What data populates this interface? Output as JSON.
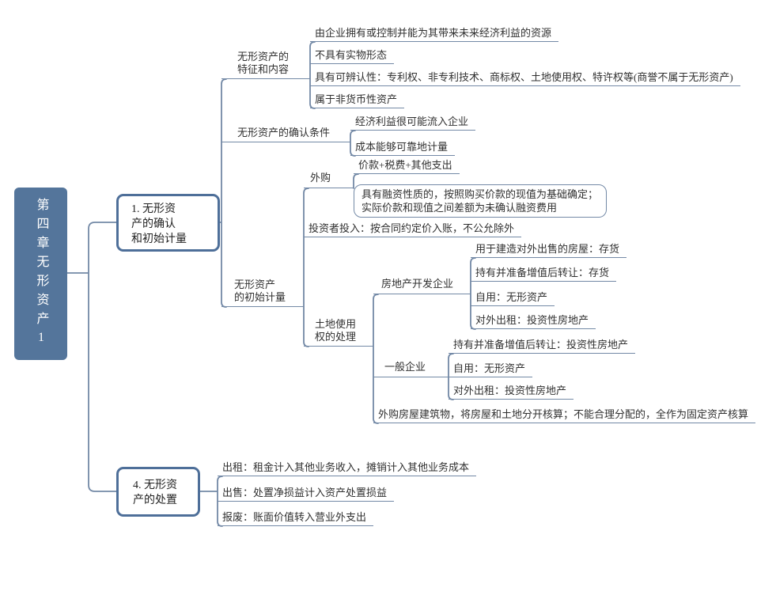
{
  "colors": {
    "root_fill": "#54759B",
    "node_border": "#4E6F99",
    "connector_line": "#7389A6",
    "text": "#303030"
  },
  "root": {
    "label": "第四章无形资产1"
  },
  "section1": {
    "label": "1. 无形资\n产的确认\n和初始计量",
    "features": {
      "label": "无形资产的\n特征和内容",
      "items": [
        "由企业拥有或控制并能为其带来未来经济利益的资源",
        "不具有实物形态",
        "具有可辨认性：专利权、非专利技术、商标权、土地使用权、特许权等(商誉不属于无形资产)",
        "属于非货币性资产"
      ]
    },
    "recognition": {
      "label": "无形资产的确认条件",
      "items": [
        "经济利益很可能流入企业",
        "成本能够可靠地计量"
      ]
    },
    "initial_measurement": {
      "label": "无形资产\n的初始计量",
      "outsourcing": {
        "label": "外购",
        "items": [
          "价款+税费+其他支出",
          "具有融资性质的，按照购买价款的现值为基础确定；\n实际价款和现值之间差额为未确认融资费用"
        ]
      },
      "investor": "投资者投入：按合同约定价入账，不公允除外",
      "land_use_right": {
        "label": "土地使用\n权的处理",
        "developer": {
          "label": "房地产开发企业",
          "items": [
            "用于建造对外出售的房屋：存货",
            "持有并准备增值后转让：存货",
            "自用：无形资产",
            "对外出租：投资性房地产"
          ]
        },
        "general": {
          "label": "一般企业",
          "items": [
            "持有并准备增值后转让：投资性房地产",
            "自用：无形资产",
            "对外出租：投资性房地产"
          ]
        },
        "purchased_building": "外购房屋建筑物，将房屋和土地分开核算；不能合理分配的，全作为固定资产核算"
      }
    }
  },
  "section4": {
    "label": "4. 无形资\n产的处置",
    "items": [
      "出租：租金计入其他业务收入，摊销计入其他业务成本",
      "出售：处置净损益计入资产处置损益",
      "报废：账面价值转入营业外支出"
    ]
  }
}
